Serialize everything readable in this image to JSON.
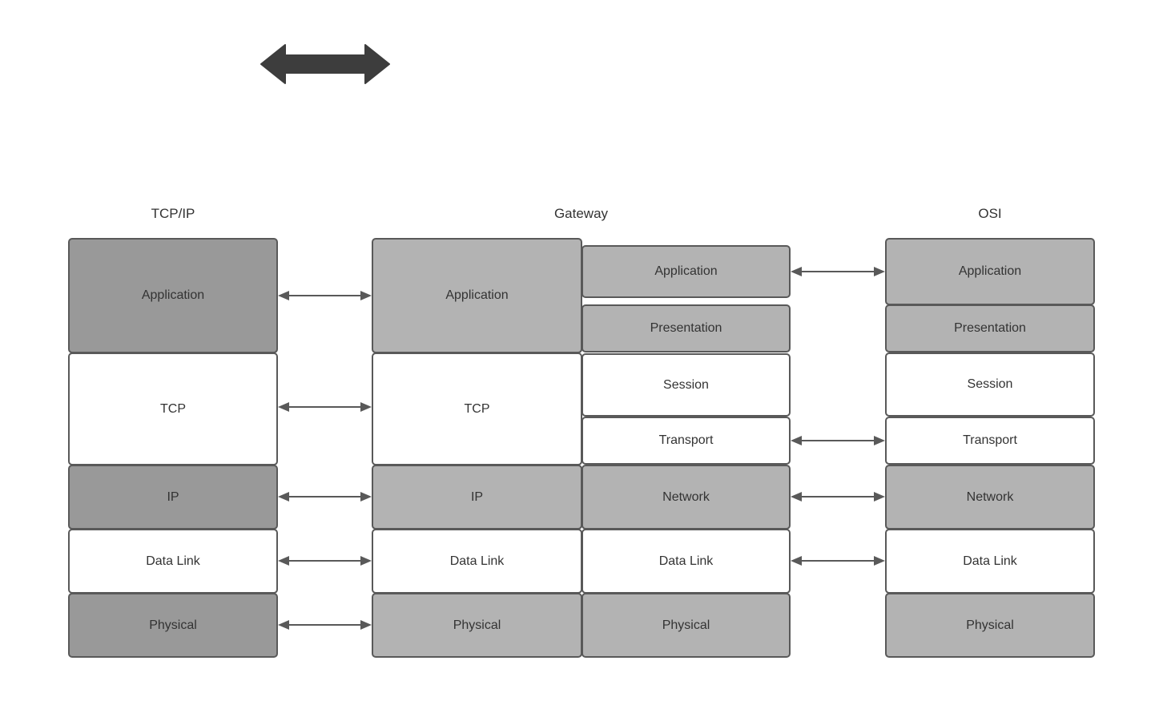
{
  "diagram": {
    "title_top_arrow": "bidirectional-arrow",
    "colors": {
      "stroke": "#595959",
      "text": "#333333",
      "fill_dark": "#999999",
      "fill_mid": "#b3b3b3",
      "fill_white": "#ffffff",
      "big_arrow": "#3d3d3d",
      "background": "#ffffff"
    }
  },
  "columns": {
    "tcpip": {
      "title": "TCP/IP",
      "layers": [
        {
          "label": "Application",
          "fill": "dark"
        },
        {
          "label": "TCP",
          "fill": "white"
        },
        {
          "label": "IP",
          "fill": "dark"
        },
        {
          "label": "Data Link",
          "fill": "white"
        },
        {
          "label": "Physical",
          "fill": "dark"
        }
      ]
    },
    "gateway": {
      "title": "Gateway",
      "left_layers": [
        {
          "label": "Application",
          "fill": "mid"
        },
        {
          "label": "TCP",
          "fill": "white"
        },
        {
          "label": "IP",
          "fill": "mid"
        },
        {
          "label": "Data Link",
          "fill": "white"
        },
        {
          "label": "Physical",
          "fill": "mid"
        }
      ],
      "right_layers": [
        {
          "label": "Application",
          "fill": "mid"
        },
        {
          "label": "Presentation",
          "fill": "mid"
        },
        {
          "label": "Session",
          "fill": "white"
        },
        {
          "label": "Transport",
          "fill": "white"
        },
        {
          "label": "Network",
          "fill": "mid"
        },
        {
          "label": "Data Link",
          "fill": "white"
        },
        {
          "label": "Physical",
          "fill": "mid"
        }
      ]
    },
    "osi": {
      "title": "OSI",
      "layers": [
        {
          "label": "Application",
          "fill": "mid"
        },
        {
          "label": "Presentation",
          "fill": "mid"
        },
        {
          "label": "Session",
          "fill": "white"
        },
        {
          "label": "Transport",
          "fill": "white"
        },
        {
          "label": "Network",
          "fill": "mid"
        },
        {
          "label": "Data Link",
          "fill": "white"
        },
        {
          "label": "Physical",
          "fill": "mid"
        }
      ]
    }
  },
  "connectors": {
    "left_group": [
      {
        "from": "tcpip.Application",
        "to": "gateway.Application"
      },
      {
        "from": "tcpip.TCP",
        "to": "gateway.TCP"
      },
      {
        "from": "tcpip.IP",
        "to": "gateway.IP"
      },
      {
        "from": "tcpip.Data Link",
        "to": "gateway.Data Link"
      },
      {
        "from": "tcpip.Physical",
        "to": "gateway.Physical"
      }
    ],
    "right_group": [
      {
        "from": "gateway.Application",
        "to": "osi.Application"
      },
      {
        "from": "gateway.Transport",
        "to": "osi.Transport"
      },
      {
        "from": "gateway.Network",
        "to": "osi.Network"
      },
      {
        "from": "gateway.Data Link",
        "to": "osi.Data Link"
      }
    ]
  }
}
